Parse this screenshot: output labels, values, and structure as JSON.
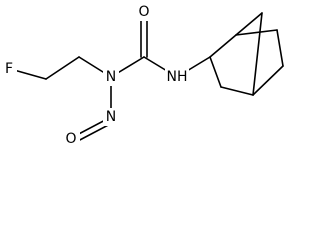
{
  "molecule": {
    "atoms": {
      "fluorine": "F",
      "amine_nitrogen": "N",
      "nitroso_nitrogen": "N",
      "nitroso_oxygen": "O",
      "carbonyl_oxygen": "O",
      "nh_group": "NH"
    }
  },
  "colors": {
    "bond": "#000000",
    "label": "#000000",
    "background": "#ffffff"
  }
}
